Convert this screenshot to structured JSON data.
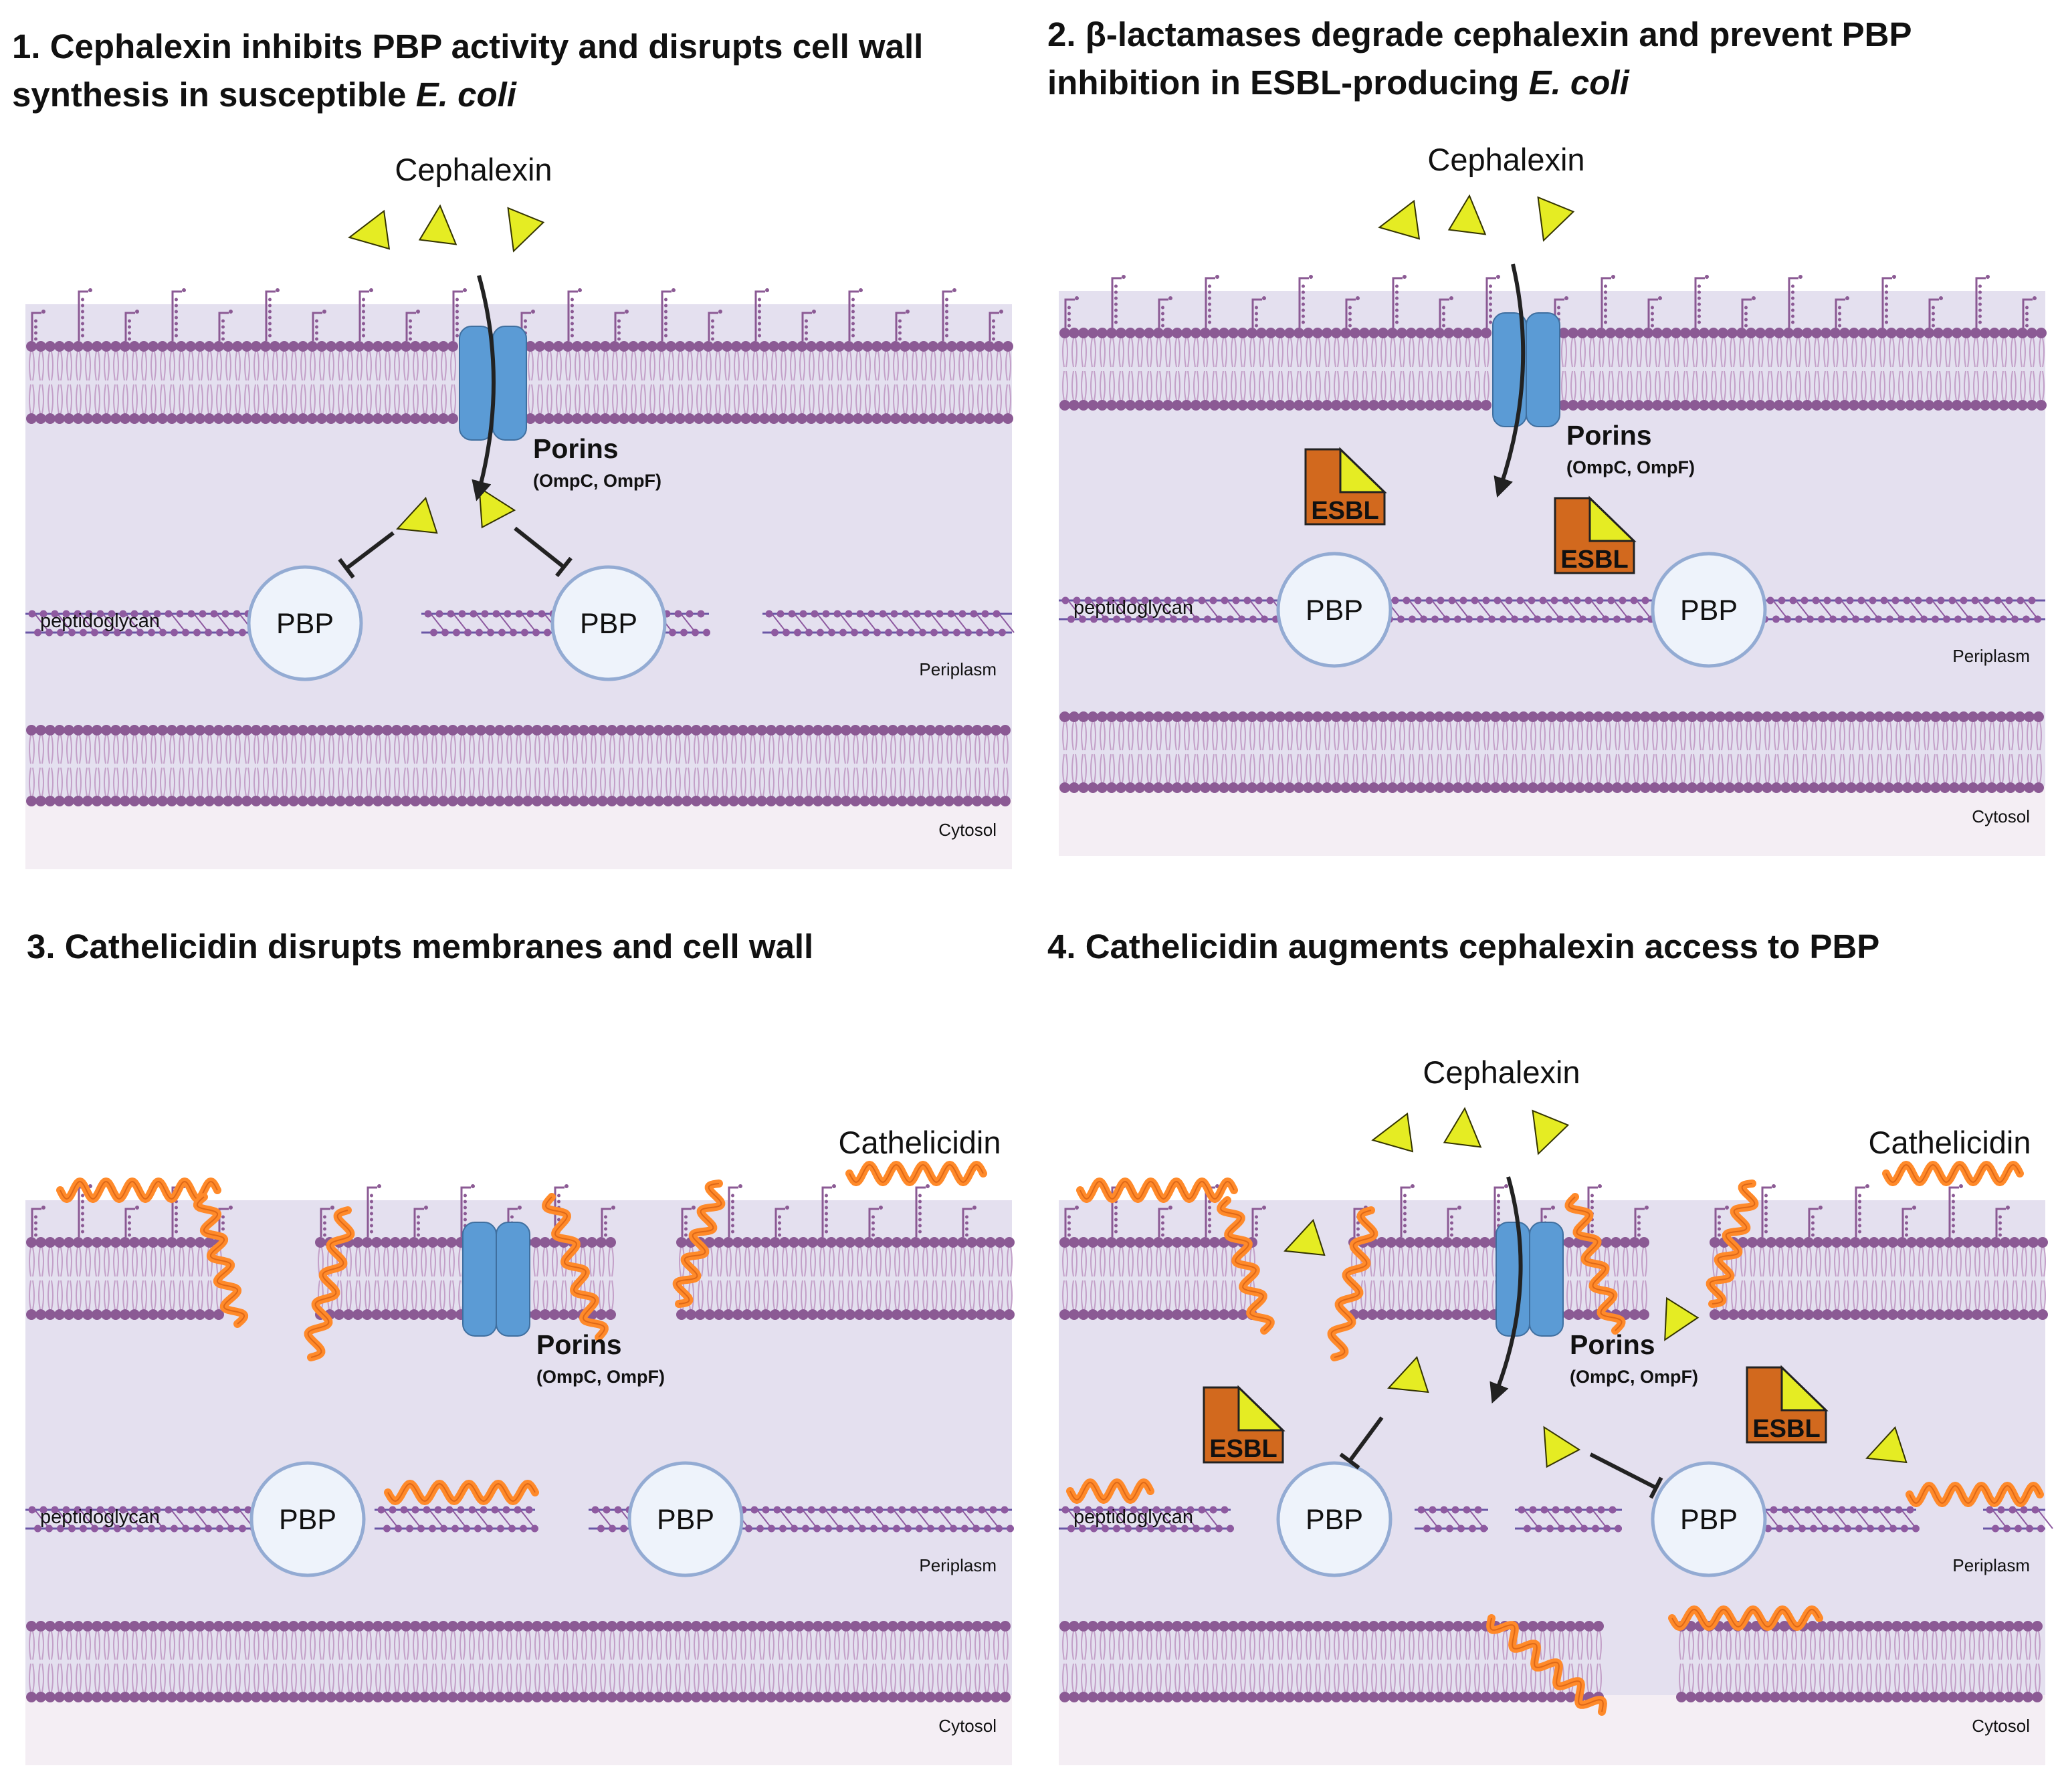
{
  "panels": [
    {
      "number": "1.",
      "title_pre": "Cephalexin inhibits PBP activity and disrupts cell wall synthesis in susceptible ",
      "title_italic": "E. coli"
    },
    {
      "number": "2.",
      "title_pre": "β-lactamases degrade cephalexin and prevent PBP inhibition in ESBL-producing ",
      "title_italic": "E. coli"
    },
    {
      "number": "3.",
      "title_pre": "Cathelicidin disrupts membranes and cell wall",
      "title_italic": ""
    },
    {
      "number": "4.",
      "title_pre": "Cathelicidin augments cephalexin access to PBP",
      "title_italic": ""
    }
  ],
  "labels": {
    "cephalexin": "Cephalexin",
    "cathelicidin": "Cathelicidin",
    "porins": "Porins",
    "porins_sub": "(OmpC, OmpF)",
    "pbp": "PBP",
    "esbl": "ESBL",
    "peptidoglycan": "peptidoglycan",
    "periplasm": "Periplasm",
    "cytosol": "Cytosol"
  },
  "colors": {
    "background": "#e4e0ef",
    "cytosol": "#f4eef4",
    "lipid_head": "#8b5a94",
    "lipid_tail": "#c3a0c8",
    "porin": "#5b9bd5",
    "drug": "#e5ec23",
    "pbp_fill": "#eef3fb",
    "pbp_stroke": "#93abd3",
    "esbl": "#d2691e",
    "peptide": "#ff8a2a",
    "peptidoglycan_a": "#8e5aa0",
    "peptidoglycan_b": "#6a56a6"
  }
}
